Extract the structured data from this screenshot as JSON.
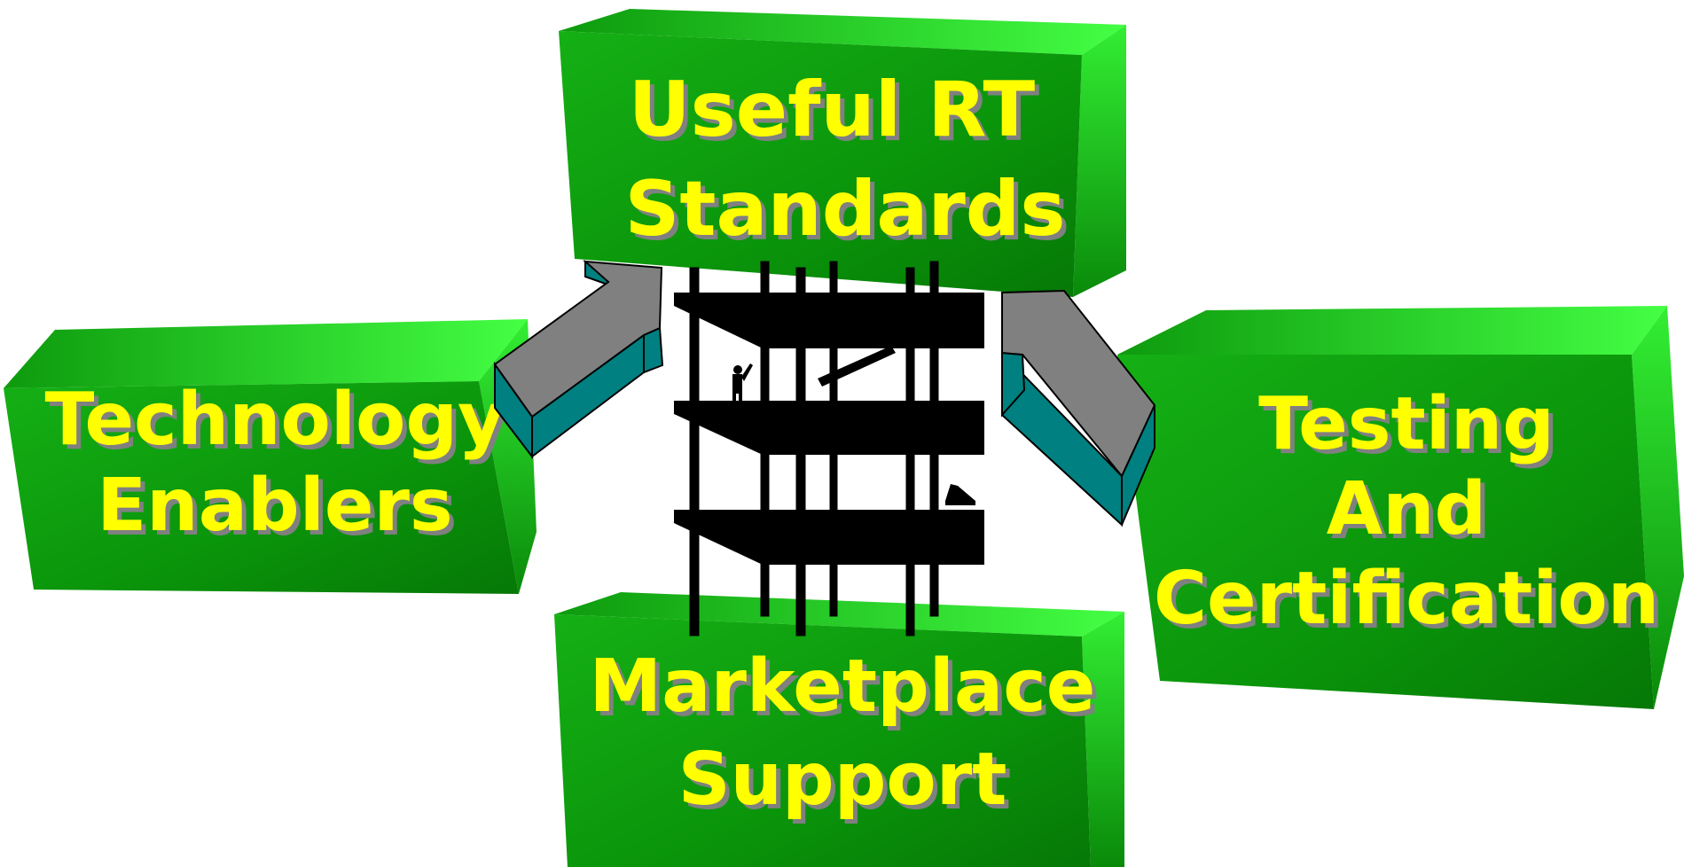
{
  "diagram": {
    "boxes": {
      "top": {
        "line1": "Useful RT",
        "line2": "Standards"
      },
      "left": {
        "line1": "Technology",
        "line2": "Enablers"
      },
      "right": {
        "line1": "Testing",
        "line2": "And",
        "line3": "Certification"
      },
      "bottom": {
        "line1": "Marketplace",
        "line2": "Support"
      }
    },
    "colors": {
      "box_front_light": "#22cc22",
      "box_front_dark": "#0a8a0a",
      "box_edge": "#2de82d",
      "label_text": "#ffff00",
      "label_shadow": "#808080",
      "arrow_face": "#808080",
      "arrow_side": "#008080",
      "building": "#000000"
    },
    "icons": {
      "building": "building-under-construction-icon",
      "worker": "worker-figure-icon",
      "arrow_left": "arrow-up-right-icon",
      "arrow_right": "arrow-up-left-icon"
    }
  }
}
